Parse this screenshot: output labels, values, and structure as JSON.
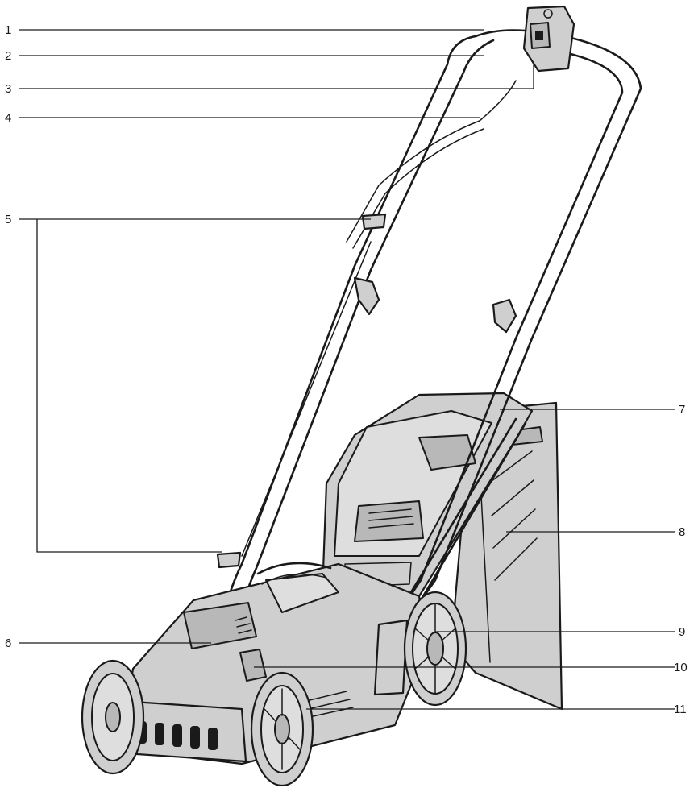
{
  "callouts": [
    {
      "id": "1"
    },
    {
      "id": "2"
    },
    {
      "id": "3"
    },
    {
      "id": "4"
    },
    {
      "id": "5"
    },
    {
      "id": "6"
    },
    {
      "id": "7"
    },
    {
      "id": "8"
    },
    {
      "id": "9"
    },
    {
      "id": "10"
    },
    {
      "id": "11"
    }
  ],
  "colors": {
    "line": "#1a1a1a",
    "body_fill": "#cfcfcf",
    "dark_fill": "#1a1a1a",
    "background": "#ffffff"
  }
}
